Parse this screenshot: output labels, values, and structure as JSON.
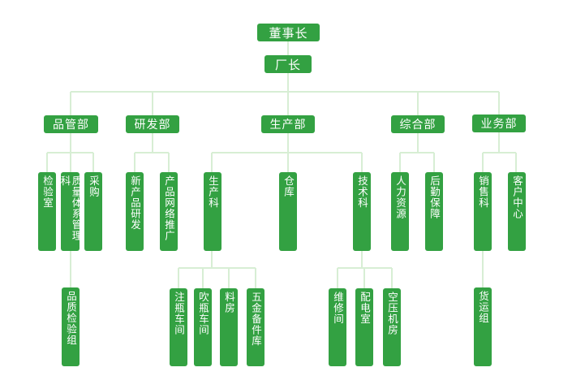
{
  "chairman": "董事长",
  "director": "厂长",
  "departments": {
    "quality": "品管部",
    "rnd": "研发部",
    "production": "生产部",
    "general": "综合部",
    "business": "业务部"
  },
  "units": {
    "inspection_room": "检验室",
    "quality_system": "质量体系管理科",
    "purchasing": "采购",
    "new_product_dev": "新产品研发",
    "product_promotion": "产品网络推广",
    "production_section": "生产科",
    "warehouse": "仓库",
    "technical_section": "技术科",
    "hr": "人力资源",
    "logistics": "后勤保障",
    "sales_section": "销售科",
    "customer_center": "客户中心",
    "quality_inspection_group": "品质检验组",
    "bottle_injection": "注瓶车间",
    "bottle_blowing": "吹瓶车间",
    "material_room": "料房",
    "hardware_spares": "五金备件库",
    "maintenance": "维修间",
    "power_room": "配电室",
    "air_compressor": "空压机房",
    "freight_group": "货运组"
  }
}
